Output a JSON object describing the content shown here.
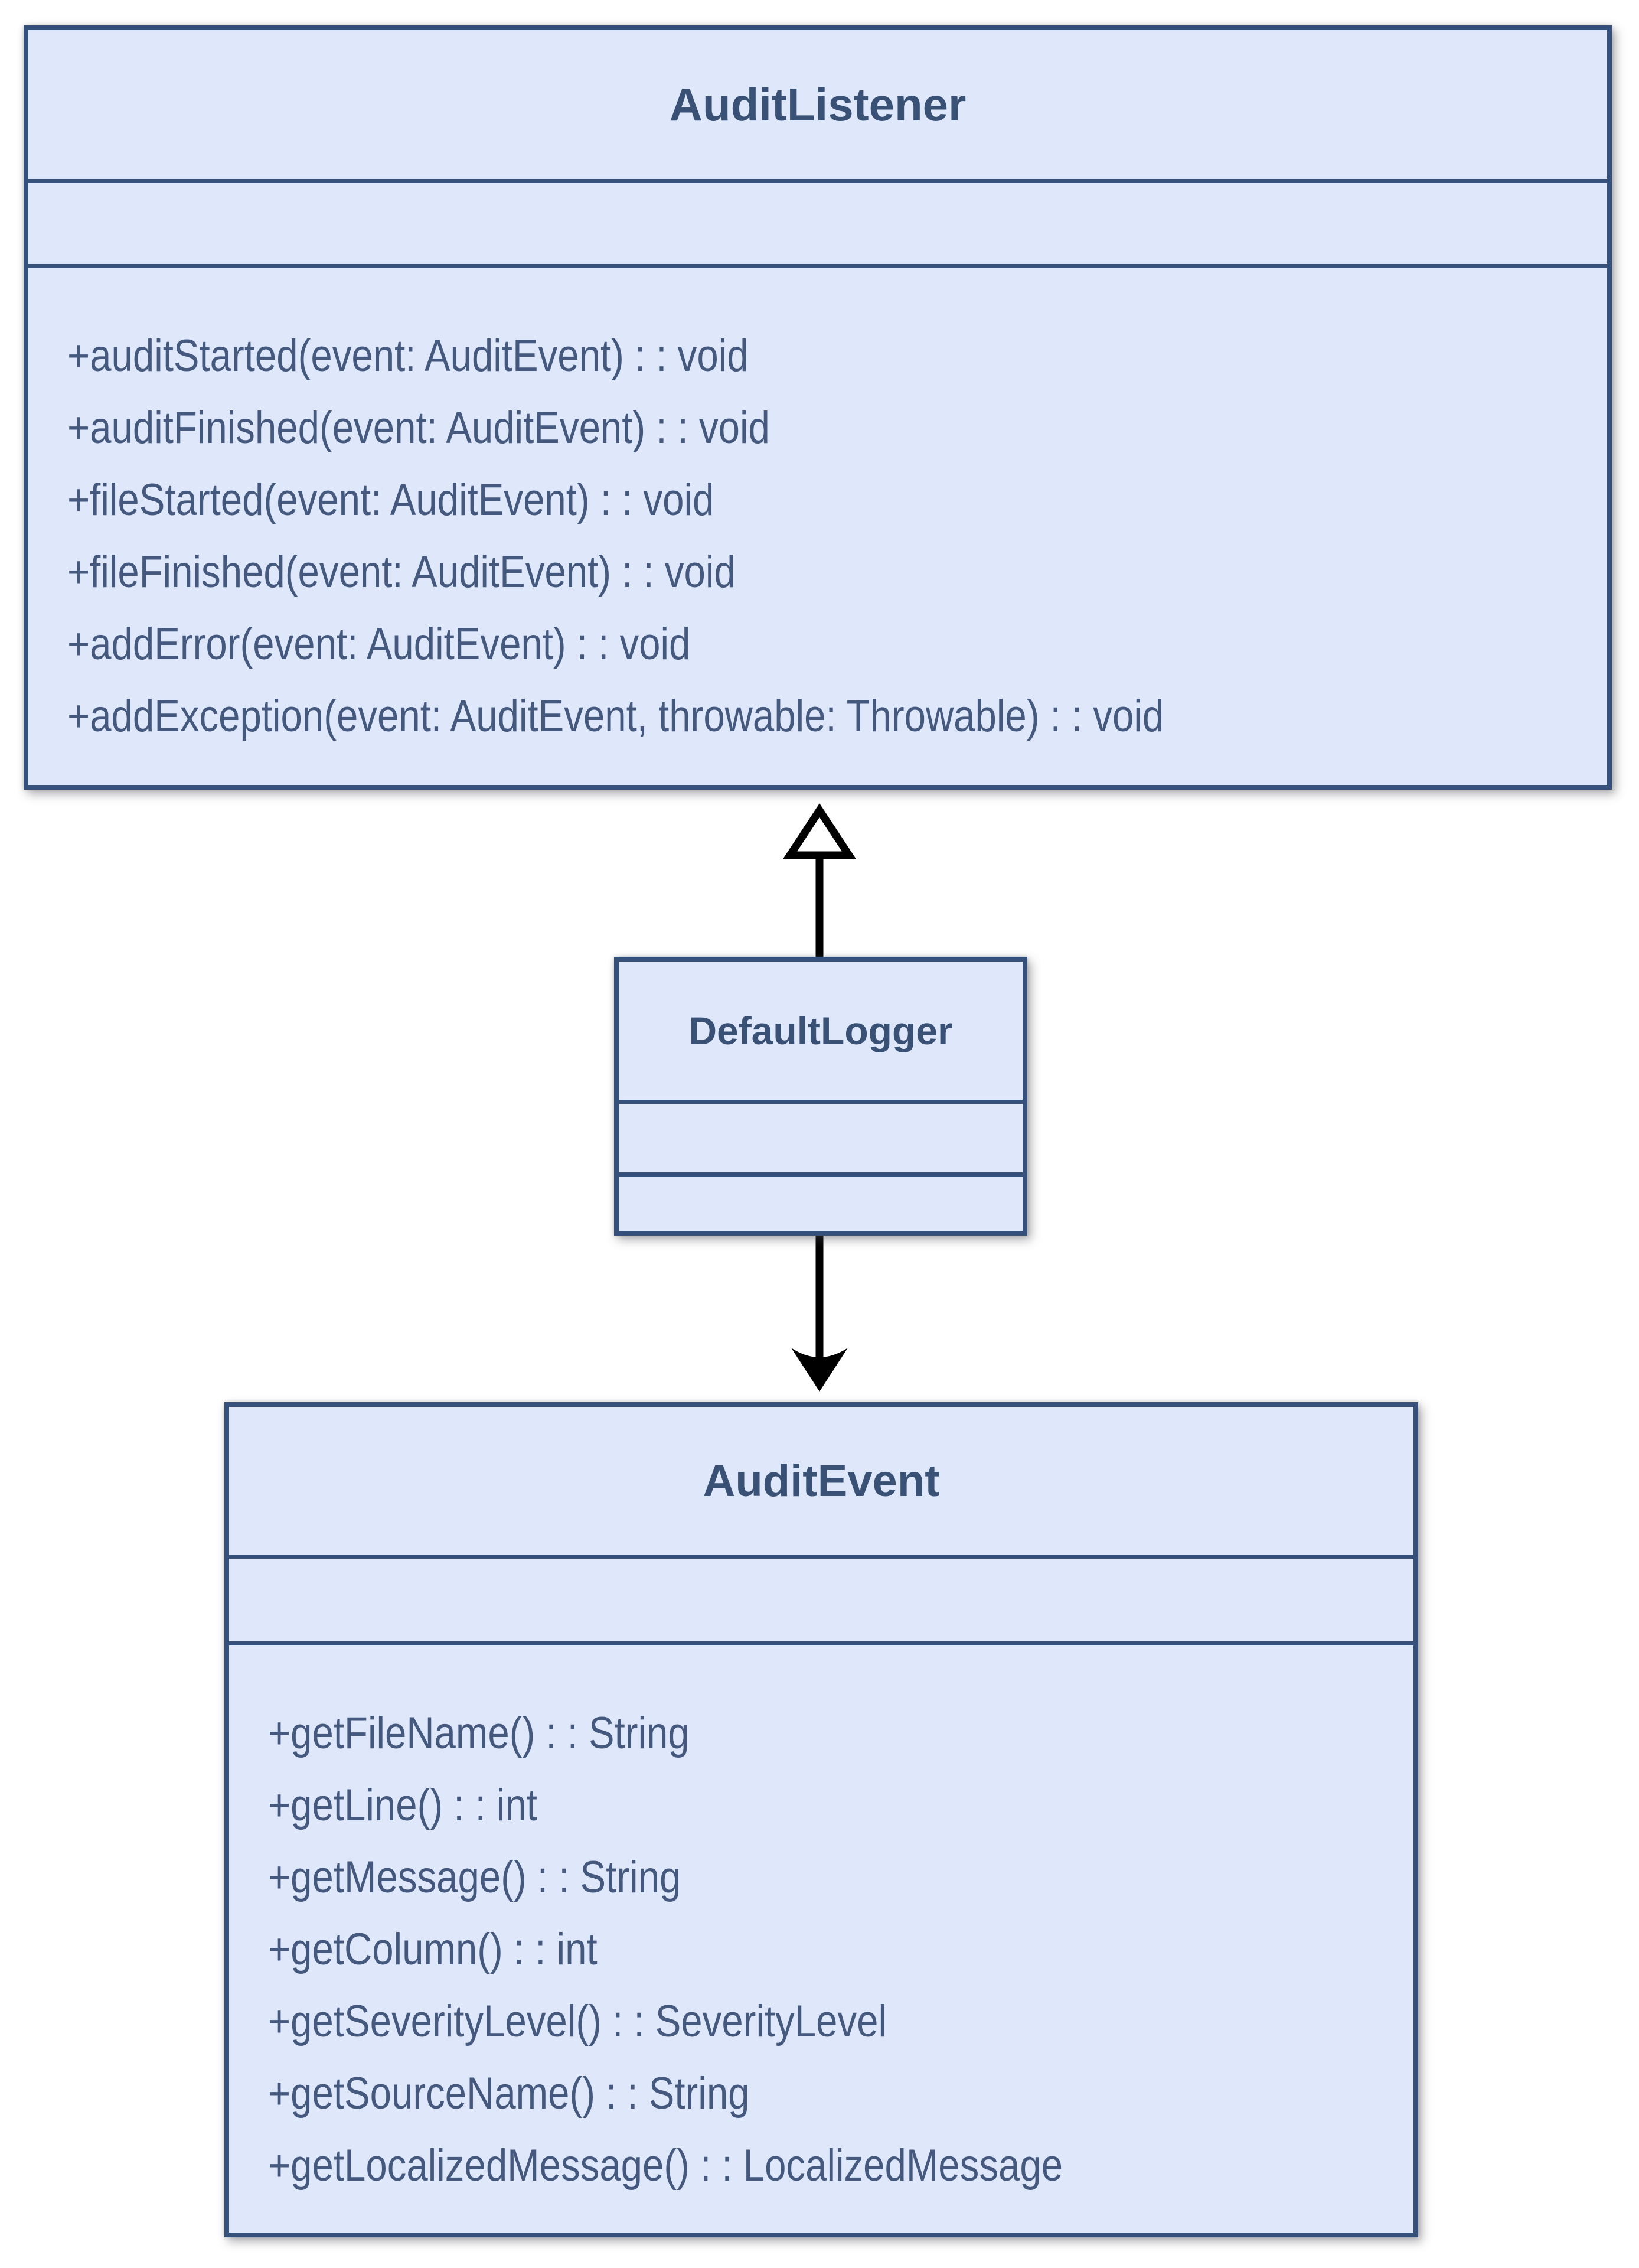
{
  "diagram": {
    "kind": "uml-class-diagram",
    "colors": {
      "page_background": "#ffffff",
      "box_fill": "#dfe8fb",
      "box_border": "#35507a",
      "title_text": "#3a5176",
      "method_text": "#45597f",
      "edge_color": "#000000"
    }
  },
  "classes": [
    {
      "id": "audit-listener",
      "name": "AuditListener",
      "attributes": [],
      "methods": [
        "+auditStarted(event: AuditEvent) : : void",
        "+auditFinished(event: AuditEvent) : : void",
        "+fileStarted(event: AuditEvent) : : void",
        "+fileFinished(event: AuditEvent) : : void",
        "+addError(event: AuditEvent) : : void",
        "+addException(event: AuditEvent, throwable: Throwable) : : void"
      ]
    },
    {
      "id": "default-logger",
      "name": "DefaultLogger",
      "attributes": [],
      "methods": []
    },
    {
      "id": "audit-event",
      "name": "AuditEvent",
      "attributes": [],
      "methods": [
        "+getFileName() : : String",
        "+getLine() : : int",
        "+getMessage() : : String",
        "+getColumn() : : int",
        "+getSeverityLevel() : : SeverityLevel",
        "+getSourceName() : : String",
        "+getLocalizedMessage() : : LocalizedMessage"
      ]
    }
  ],
  "relationships": [
    {
      "from": "DefaultLogger",
      "to": "AuditListener",
      "type": "generalization",
      "arrowhead": "hollow-triangle-up"
    },
    {
      "from": "DefaultLogger",
      "to": "AuditEvent",
      "type": "directed-association",
      "arrowhead": "open-vee-down"
    }
  ]
}
